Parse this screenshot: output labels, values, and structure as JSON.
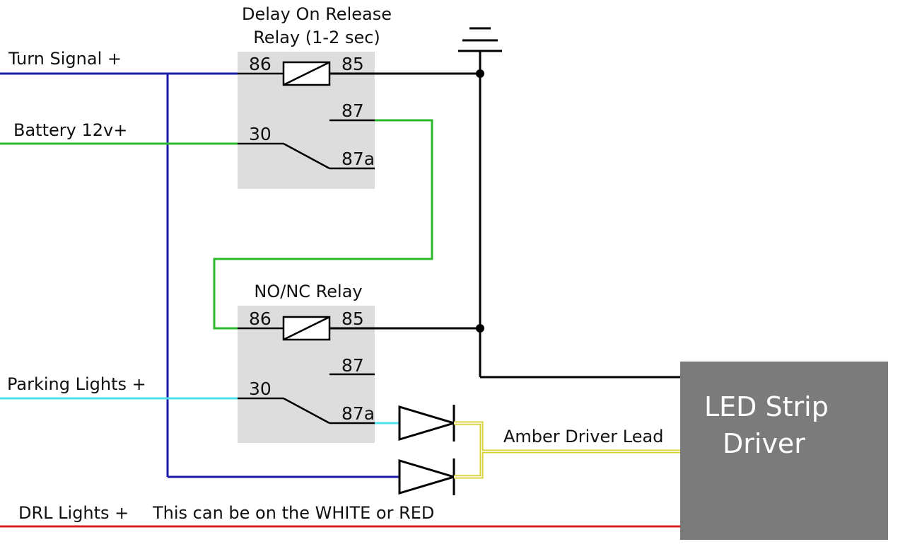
{
  "inputs": {
    "turn_signal": "Turn Signal +",
    "battery": "Battery 12v+",
    "parking_lights": "Parking Lights +",
    "drl_lights": "DRL Lights +"
  },
  "relay1": {
    "title_line1": "Delay On Release",
    "title_line2": "Relay (1-2 sec)",
    "pins": {
      "p86": "86",
      "p85": "85",
      "p87": "87",
      "p30": "30",
      "p87a": "87a"
    }
  },
  "relay2": {
    "title": "NO/NC Relay",
    "pins": {
      "p86": "86",
      "p85": "85",
      "p87": "87",
      "p30": "30",
      "p87a": "87a"
    }
  },
  "driver": {
    "line1": "LED Strip",
    "line2": "Driver",
    "lead_label": "Amber Driver Lead"
  },
  "drl_note": "This can be on the WHITE or RED",
  "colors": {
    "turn_signal_wire": "#1a1aa8",
    "battery_wire": "#2db82d",
    "parking_wire": "#4ee0ee",
    "drl_wire": "#d42020",
    "amber_lead": "#d8d030",
    "ground_wire": "#000000",
    "relay_box": "#dddddd",
    "driver_box": "#7b7b7b"
  },
  "icons": [
    "ground-icon",
    "coil-icon",
    "diode-icon"
  ]
}
